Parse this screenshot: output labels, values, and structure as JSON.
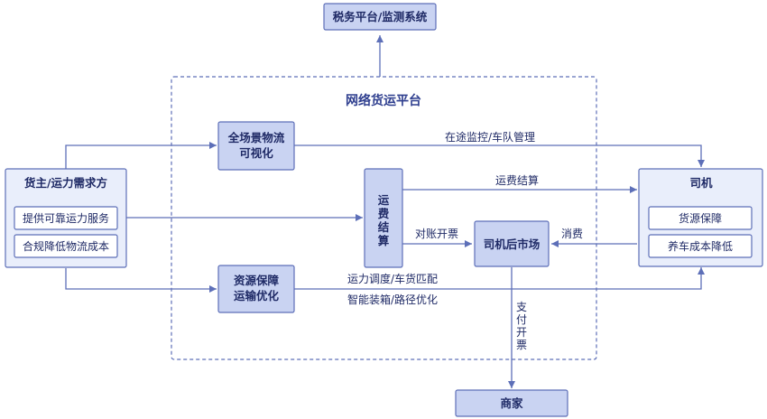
{
  "nodes": {
    "tax": "税务平台/监测系统",
    "platform": "网络货运平台",
    "visual": [
      "全场景物流",
      "可视化"
    ],
    "resource": [
      "资源保障",
      "运输优化"
    ],
    "settle": [
      "运",
      "费",
      "结",
      "算"
    ],
    "aftermarket": "司机后市场",
    "merchant": "商家",
    "shipper": {
      "title": "货主/运力需求方",
      "items": [
        "提供可靠运力服务",
        "合规降低物流成本"
      ]
    },
    "driver": {
      "title": "司机",
      "items": [
        "货源保障",
        "养车成本降低"
      ]
    }
  },
  "edges": {
    "monitor": "在途监控/车队管理",
    "freight": "运费结算",
    "reconcile": "对账开票",
    "consume": "消费",
    "dispatch": "运力调度/车货匹配",
    "smart": "智能装箱/路径优化",
    "pay": [
      "支",
      "付",
      "开",
      "票"
    ]
  },
  "colors": {
    "node_fill": "#c9d3f2",
    "panel_fill": "#e9eefb",
    "stroke": "#5d6fb8",
    "text": "#1f2a66"
  }
}
